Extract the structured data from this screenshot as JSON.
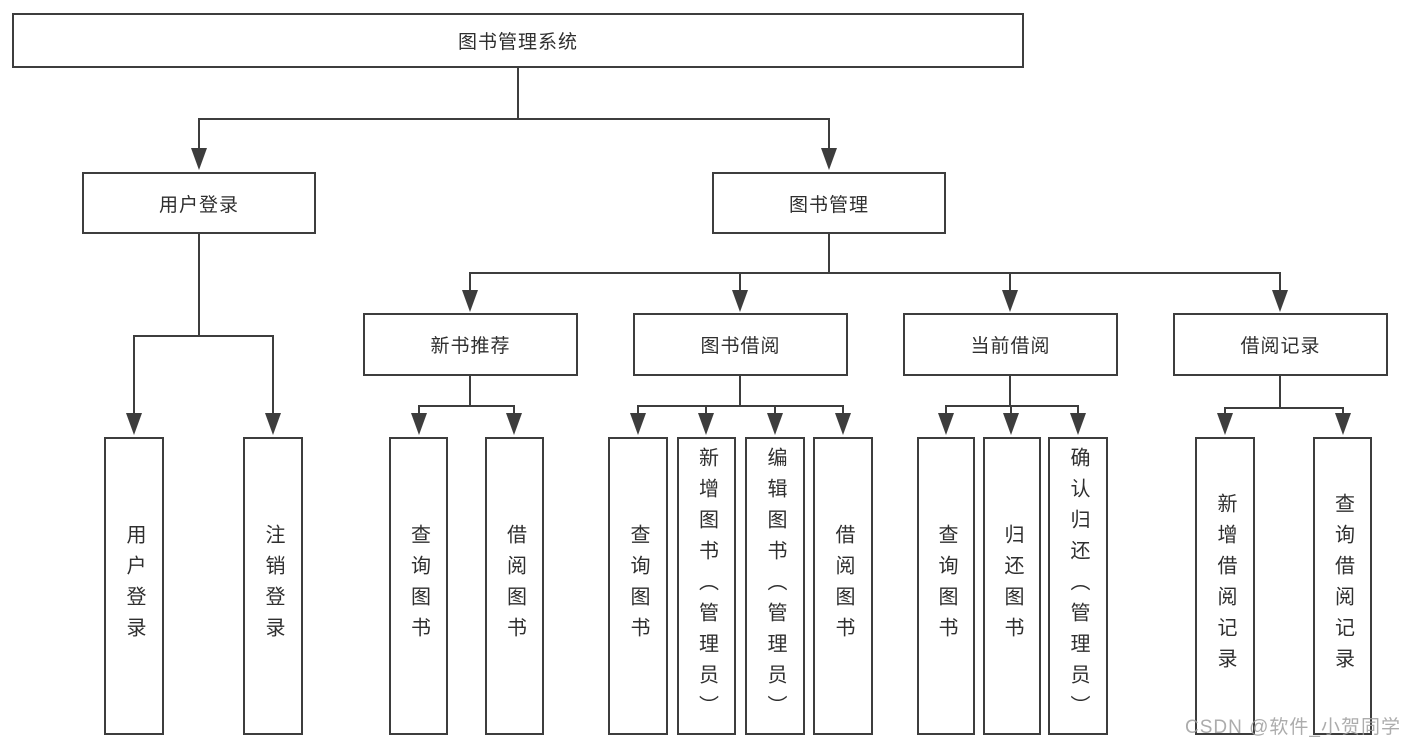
{
  "tree": {
    "root_label": "图书管理系统",
    "level2": [
      {
        "label": "用户登录"
      },
      {
        "label": "图书管理"
      }
    ],
    "level3": [
      {
        "label": "新书推荐"
      },
      {
        "label": "图书借阅"
      },
      {
        "label": "当前借阅"
      },
      {
        "label": "借阅记录"
      }
    ],
    "leaves": {
      "user_login": [
        "用户登录",
        "注销登录"
      ],
      "new_book_recommendation": [
        "查询图书",
        "借阅图书"
      ],
      "book_borrowing": [
        "查询图书",
        "新增图书（管理员）",
        "编辑图书（管理员）",
        "借阅图书"
      ],
      "current_borrowing": [
        "查询图书",
        "归还图书",
        "确认归还（管理员）"
      ],
      "borrowing_records": [
        "新增借阅记录",
        "查询借阅记录"
      ]
    }
  },
  "watermark": {
    "text": "CSDN @软件_小贺同学"
  },
  "colors": {
    "line": "#3d3d3d",
    "text": "#2f2f2f",
    "box_background": "#ffffff",
    "page_background": "#ffffff",
    "watermark": "#9e9e9e"
  }
}
